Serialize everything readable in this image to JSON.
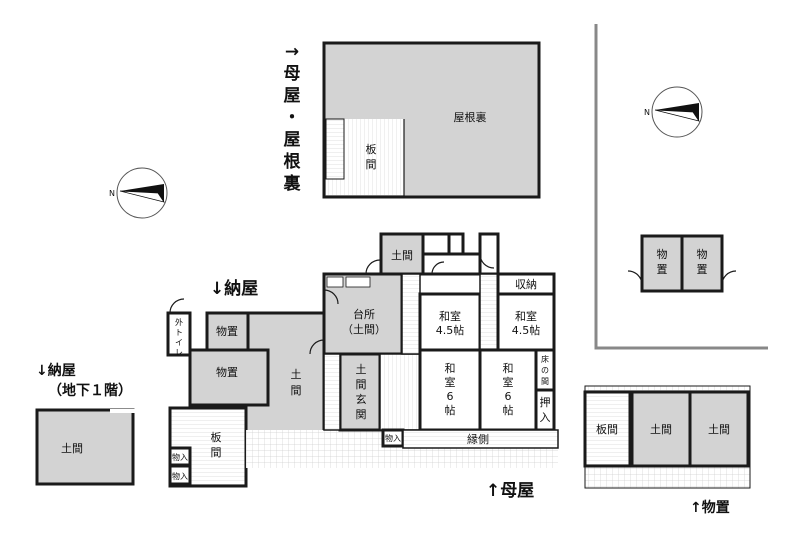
{
  "floor_labels": {
    "moya_roof": [
      "→",
      "母",
      "屋",
      "・",
      "屋",
      "根",
      "裏"
    ],
    "naya": "↓納屋",
    "naya_basement_1": "↓納屋",
    "naya_basement_2": "（地下１階）",
    "moya": "↑母屋",
    "monooki": "↑物置"
  },
  "compass_letter": "N",
  "rooms": {
    "yaneura": "屋根裏",
    "itama_loft_1": "板",
    "itama_loft_2": "間",
    "doma_basement": "土間",
    "dai_doma_1": "土",
    "dai_doma_2": "間",
    "itama_naya_1": "板",
    "itama_naya_2": "間",
    "monooki_naya_1": "物置",
    "monooki_naya_2": "物置",
    "soto_toire_1": "外",
    "soto_toire_2": "ト",
    "soto_toire_3": "イ",
    "soto_toire_4": "レ",
    "monoire_1": "物入",
    "monoire_2": "物入",
    "doma_wc": "土間",
    "daidokoro_1": "台所",
    "daidokoro_2": "（土間）",
    "doma_genkan": [
      "土",
      "間",
      "玄",
      "関"
    ],
    "washitsu_45a_1": "和室",
    "washitsu_45a_2": "4.5帖",
    "washitsu_45b_1": "和室",
    "washitsu_45b_2": "4.5帖",
    "shuno": "収納",
    "washitsu_6a": [
      "和",
      "室",
      "6",
      "帖"
    ],
    "washitsu_6b": [
      "和",
      "室",
      "6",
      "帖"
    ],
    "tokonoma": [
      "床",
      "の",
      "間"
    ],
    "oshiire": [
      "押",
      "入"
    ],
    "monoire_3": "物入",
    "engawa": "縁側",
    "shed_monooki_1": [
      "物",
      "置"
    ],
    "shed_monooki_2": [
      "物",
      "置"
    ],
    "itama_shed": "板間",
    "doma_shed_1": "土間",
    "doma_shed_2": "土間"
  }
}
